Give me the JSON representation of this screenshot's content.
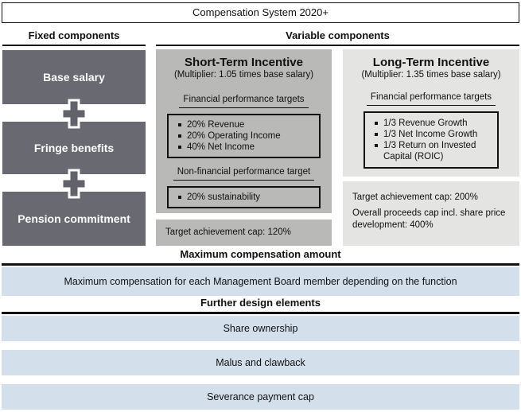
{
  "title": "Compensation System 2020+",
  "fixed": {
    "header": "Fixed components",
    "items": [
      "Base salary",
      "Fringe benefits",
      "Pension commitment"
    ]
  },
  "variable": {
    "header": "Variable components",
    "sti": {
      "title": "Short-Term Incentive",
      "subtitle": "(Multiplier: 1.05 times base salary)",
      "financial_label": "Financial performance targets",
      "financial_items": [
        "20% Revenue",
        "20% Operating Income",
        "40% Net Income"
      ],
      "nonfinancial_label": "Non-financial performance target",
      "nonfinancial_items": [
        "20% sustainability"
      ],
      "cap": "Target achievement cap: 120%"
    },
    "lti": {
      "title": "Long-Term Incentive",
      "subtitle": "(Multiplier: 1.35 times base salary)",
      "financial_label": "Financial performance targets",
      "financial_items": [
        "1/3 Revenue Growth",
        "1/3 Net Income Growth",
        "1/3 Return on Invested Capital (ROIC)"
      ],
      "caps": [
        "Target achievement cap: 200%",
        "Overall proceeds cap incl. share price development: 400%"
      ]
    }
  },
  "max_comp": {
    "header": "Maximum compensation amount",
    "row": "Maximum compensation for each Management Board member depending on the function"
  },
  "further": {
    "header": "Further design elements",
    "rows": [
      "Share ownership",
      "Malus and clawback",
      "Severance payment cap"
    ]
  },
  "colors": {
    "dark_box": "#696972",
    "plus_fill": "#62626a",
    "sti_bg": "#b9b9b7",
    "lti_bg": "#e4e4e2",
    "row_blue": "#d3e0ec",
    "line_black": "#111111"
  }
}
